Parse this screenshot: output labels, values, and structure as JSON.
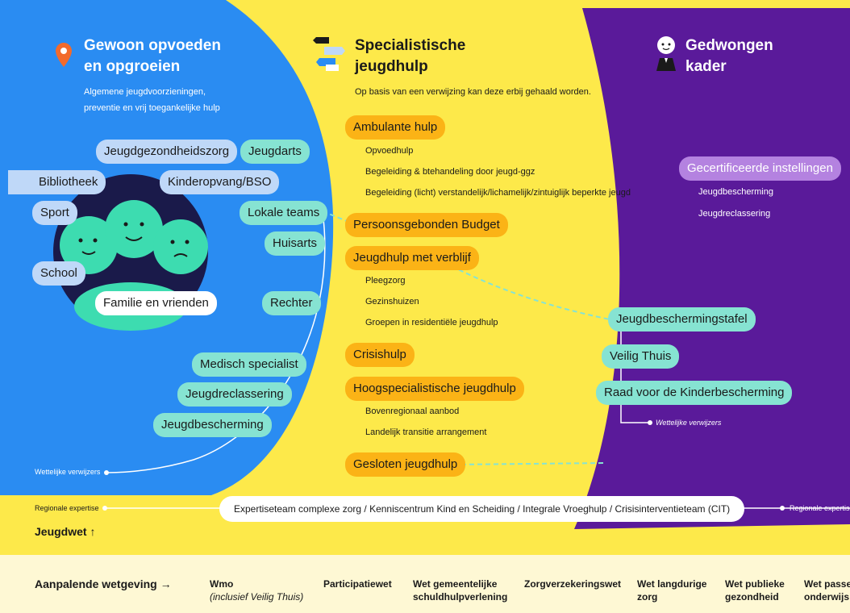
{
  "columns": {
    "left": {
      "title_line1": "Gewoon opvoeden",
      "title_line2": "en opgroeien",
      "desc_line1": "Algemene jeugdvoorzieningen,",
      "desc_line2": "preventie en vrij toegankelijke hulp",
      "icon": "location-pin-icon"
    },
    "middle": {
      "title_line1": "Specialistische",
      "title_line2": "jeugdhulp",
      "desc": "Op basis van een verwijzing kan deze erbij gehaald worden.",
      "icon": "signpost-icon"
    },
    "right": {
      "title_line1": "Gedwongen",
      "title_line2": "kader",
      "icon": "person-icon"
    }
  },
  "left_pills": {
    "jeugdgezondheidszorg": "Jeugdgezondheidszorg",
    "jeugdarts": "Jeugdarts",
    "bibliotheek": "Bibliotheek",
    "kinderopvang": "Kinderopvang/BSO",
    "sport": "Sport",
    "lokale_teams": "Lokale teams",
    "huisarts": "Huisarts",
    "school": "School",
    "familie": "Familie en vrienden",
    "rechter": "Rechter",
    "medisch": "Medisch specialist",
    "jeugdreclassering": "Jeugdreclassering",
    "jeugdbescherming": "Jeugdbescherming",
    "wettelijke": "Wettelijke verwijzers"
  },
  "middle_items": {
    "ambulante": "Ambulante hulp",
    "ambulante_sub": [
      "Opvoedhulp",
      "Begeleiding & btehandeling door jeugd-ggz",
      "Begeleiding (licht) verstandelijk/lichamelijk/zintuiglijk beperkte jeugd"
    ],
    "pgb": "Persoonsgebonden Budget",
    "verblijf": "Jeugdhulp met verblijf",
    "verblijf_sub": [
      "Pleegzorg",
      "Gezinshuizen",
      "Groepen in residentiële jeugdhulp"
    ],
    "crisis": "Crisishulp",
    "hoog": "Hoogspecialistische jeugdhulp",
    "hoog_sub": [
      "Bovenregionaal aanbod",
      "Landelijk transitie arrangement"
    ],
    "gesloten": "Gesloten jeugdhulp"
  },
  "right_items": {
    "gecertificeerde": "Gecertificeerde instellingen",
    "gec_sub": [
      "Jeugdbescherming",
      "Jeugdreclassering"
    ],
    "tafel": "Jeugdbeschermingstafel",
    "veilig": "Veilig Thuis",
    "raad": "Raad voor de Kinderbescherming",
    "wettelijke": "Wettelijke verwijzers"
  },
  "bottom": {
    "regionale_left": "Regionale expertise",
    "regionale_right": "Regionale expertise",
    "expertise_bar": "Expertiseteam complexe zorg  / Kenniscentrum Kind en Scheiding / Integrale Vroeghulp / Crisisinterventieteam (CIT)",
    "jeugdwet": "Jeugdwet ↑"
  },
  "footer": {
    "title": "Aanpalende wetgeving →",
    "laws": [
      {
        "line1": "Wmo",
        "note": "(inclusief Veilig Thuis)"
      },
      {
        "line1": "Participatiewet"
      },
      {
        "line1": "Wet gemeentelijke",
        "line2": "schuldhulpverlening"
      },
      {
        "line1": "Zorgverzekeringswet"
      },
      {
        "line1": "Wet langdurige",
        "line2": "zorg"
      },
      {
        "line1": "Wet publieke",
        "line2": "gezondheid"
      },
      {
        "line1": "Wet passend",
        "line2": "onderwijs"
      }
    ]
  },
  "colors": {
    "blue": "#2a8cf2",
    "yellow": "#fde94a",
    "purple": "#5a1a9a",
    "teal": "#86e3d2",
    "orange": "#fbb316",
    "cream": "#fef8d4"
  }
}
